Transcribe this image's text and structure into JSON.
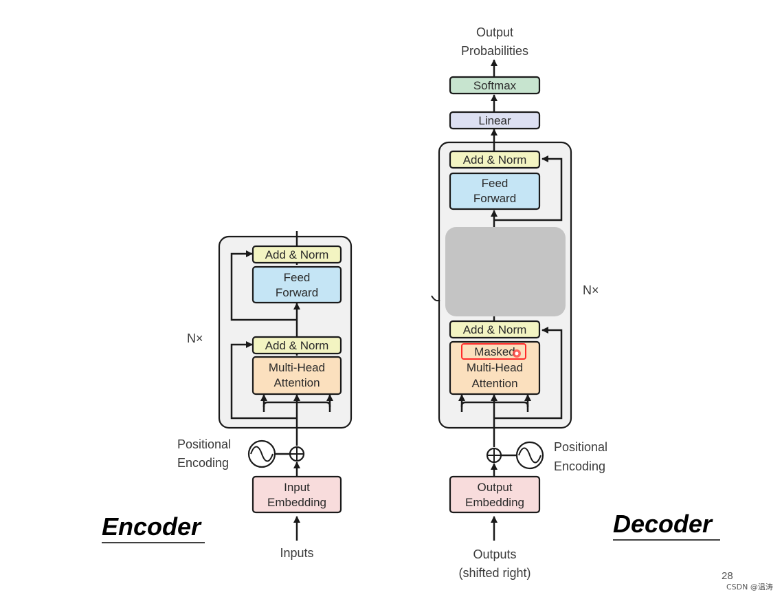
{
  "encoder": {
    "title": "Encoder",
    "repeat_label": "N×",
    "add_norm_1": "Add & Norm",
    "feed_forward": [
      "Feed",
      "Forward"
    ],
    "add_norm_2": "Add & Norm",
    "attention": [
      "Multi-Head",
      "Attention"
    ],
    "positional_encoding": [
      "Positional",
      "Encoding"
    ],
    "embedding": [
      "Input",
      "Embedding"
    ],
    "input_label": "Inputs"
  },
  "decoder": {
    "title": "Decoder",
    "repeat_label": "N×",
    "output": [
      "Output",
      "Probabilities"
    ],
    "softmax": "Softmax",
    "linear": "Linear",
    "add_norm_top": "Add & Norm",
    "feed_forward": [
      "Feed",
      "Forward"
    ],
    "add_norm_bottom": "Add & Norm",
    "masked_attention": [
      "Masked",
      "Multi-Head",
      "Attention"
    ],
    "positional_encoding": [
      "Positional",
      "Encoding"
    ],
    "embedding": [
      "Output",
      "Embedding"
    ],
    "input_label": [
      "Outputs",
      "(shifted right)"
    ]
  },
  "slide_number": "28",
  "watermark": "CSDN @温涛",
  "colors": {
    "add_norm": "#f3f4c2",
    "feed_forward": "#c5e5f5",
    "attention": "#fbe0be",
    "embedding": "#f8dcdc",
    "softmax": "#c7e4cf",
    "linear": "#dde0f2",
    "stack_background": "#f1f1f1",
    "occlusion": "#c4c4c4",
    "highlight": "#ff2a2a"
  }
}
